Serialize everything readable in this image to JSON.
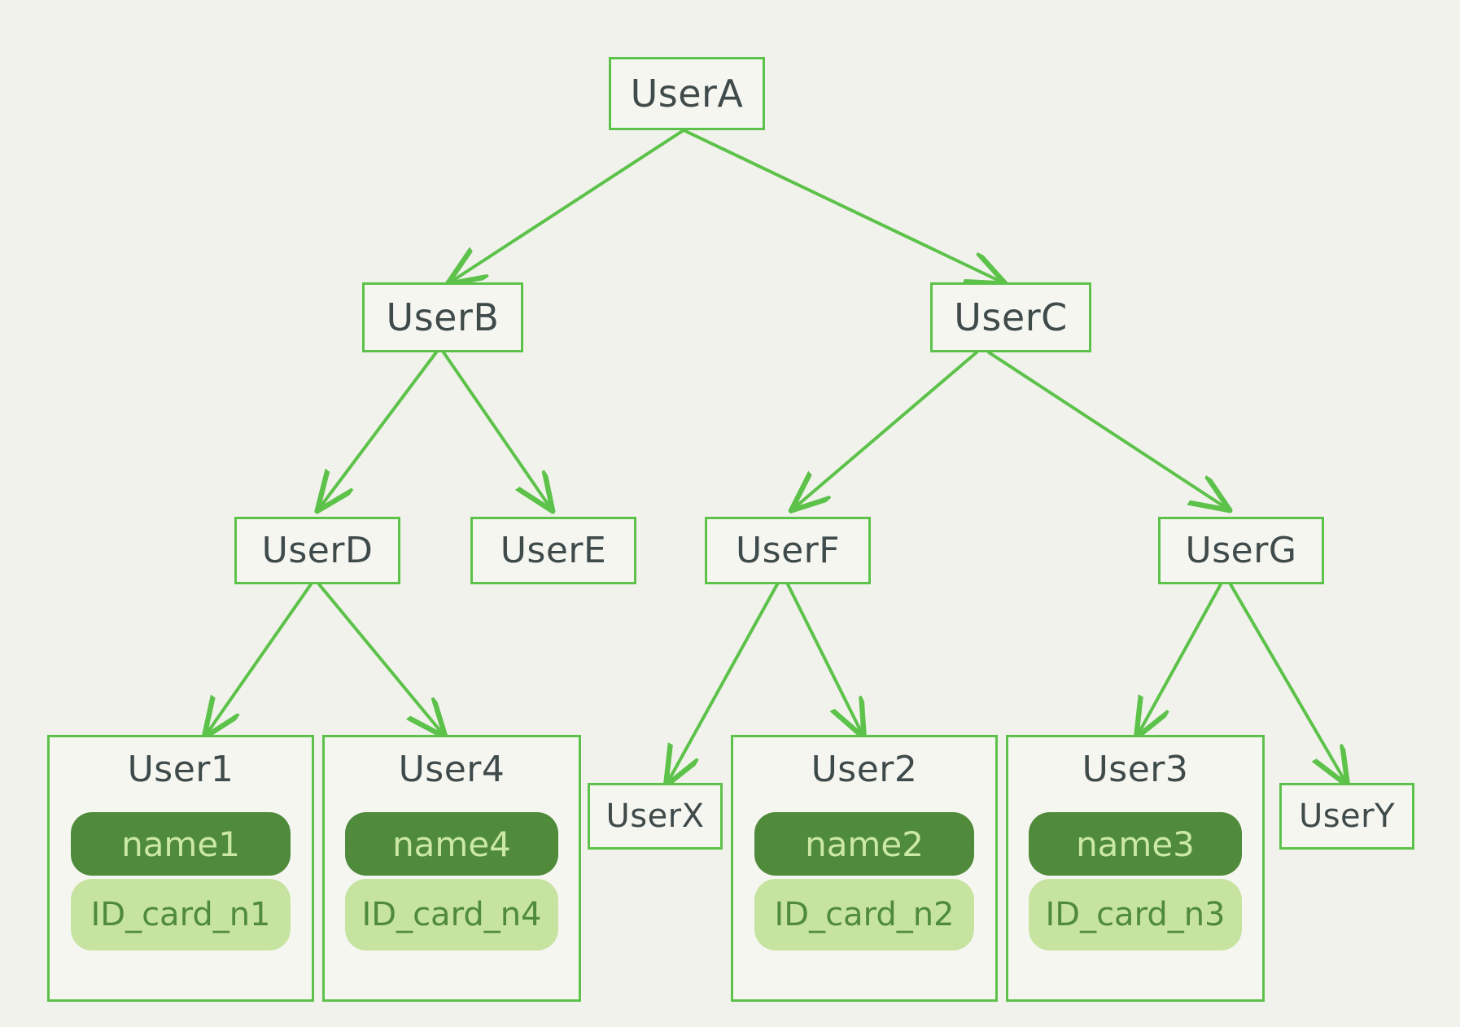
{
  "diagram": {
    "type": "tree",
    "title": "",
    "background_color": "#f2f2ec",
    "accent_color": "#5cc24a",
    "node_text_color": "#3f4a4a",
    "pill_name_color": "#4f8b3b",
    "pill_id_color": "#c6e3a0"
  },
  "nodes": {
    "userA": {
      "label": "UserA"
    },
    "userB": {
      "label": "UserB"
    },
    "userC": {
      "label": "UserC"
    },
    "userD": {
      "label": "UserD"
    },
    "userE": {
      "label": "UserE"
    },
    "userF": {
      "label": "UserF"
    },
    "userG": {
      "label": "UserG"
    },
    "userX": {
      "label": "UserX"
    },
    "userY": {
      "label": "UserY"
    }
  },
  "cards": [
    {
      "title": "User1",
      "name": "name1",
      "id_card": "ID_card_n1"
    },
    {
      "title": "User4",
      "name": "name4",
      "id_card": "ID_card_n4"
    },
    {
      "title": "User2",
      "name": "name2",
      "id_card": "ID_card_n2"
    },
    {
      "title": "User3",
      "name": "name3",
      "id_card": "ID_card_n3"
    }
  ],
  "edges": [
    {
      "from": "UserA",
      "to": "UserB"
    },
    {
      "from": "UserA",
      "to": "UserC"
    },
    {
      "from": "UserB",
      "to": "UserD"
    },
    {
      "from": "UserB",
      "to": "UserE"
    },
    {
      "from": "UserC",
      "to": "UserF"
    },
    {
      "from": "UserC",
      "to": "UserG"
    },
    {
      "from": "UserD",
      "to": "User1"
    },
    {
      "from": "UserD",
      "to": "User4"
    },
    {
      "from": "UserF",
      "to": "UserX"
    },
    {
      "from": "UserF",
      "to": "User2"
    },
    {
      "from": "UserG",
      "to": "User3"
    },
    {
      "from": "UserG",
      "to": "UserY"
    }
  ]
}
